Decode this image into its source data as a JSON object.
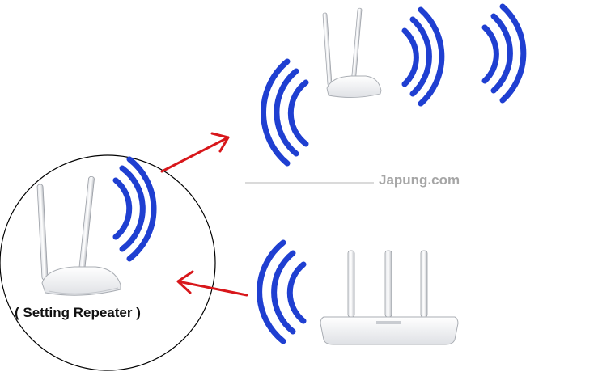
{
  "caption": "( Setting Repeater )",
  "watermark": "Japung.com",
  "colors": {
    "signal_waves": "#1f3fd1",
    "arrows": "#d8171b",
    "router_body": "#f2f3f5",
    "circle_outline": "#000000",
    "watermark_text": "#a6a6a6"
  },
  "devices": [
    {
      "id": "repeater",
      "type": "router-2-antenna",
      "icon": "wifi-router-icon"
    },
    {
      "id": "target",
      "type": "router-2-antenna",
      "icon": "wifi-router-icon"
    },
    {
      "id": "main",
      "type": "router-3-antenna",
      "icon": "wifi-router-icon"
    }
  ]
}
